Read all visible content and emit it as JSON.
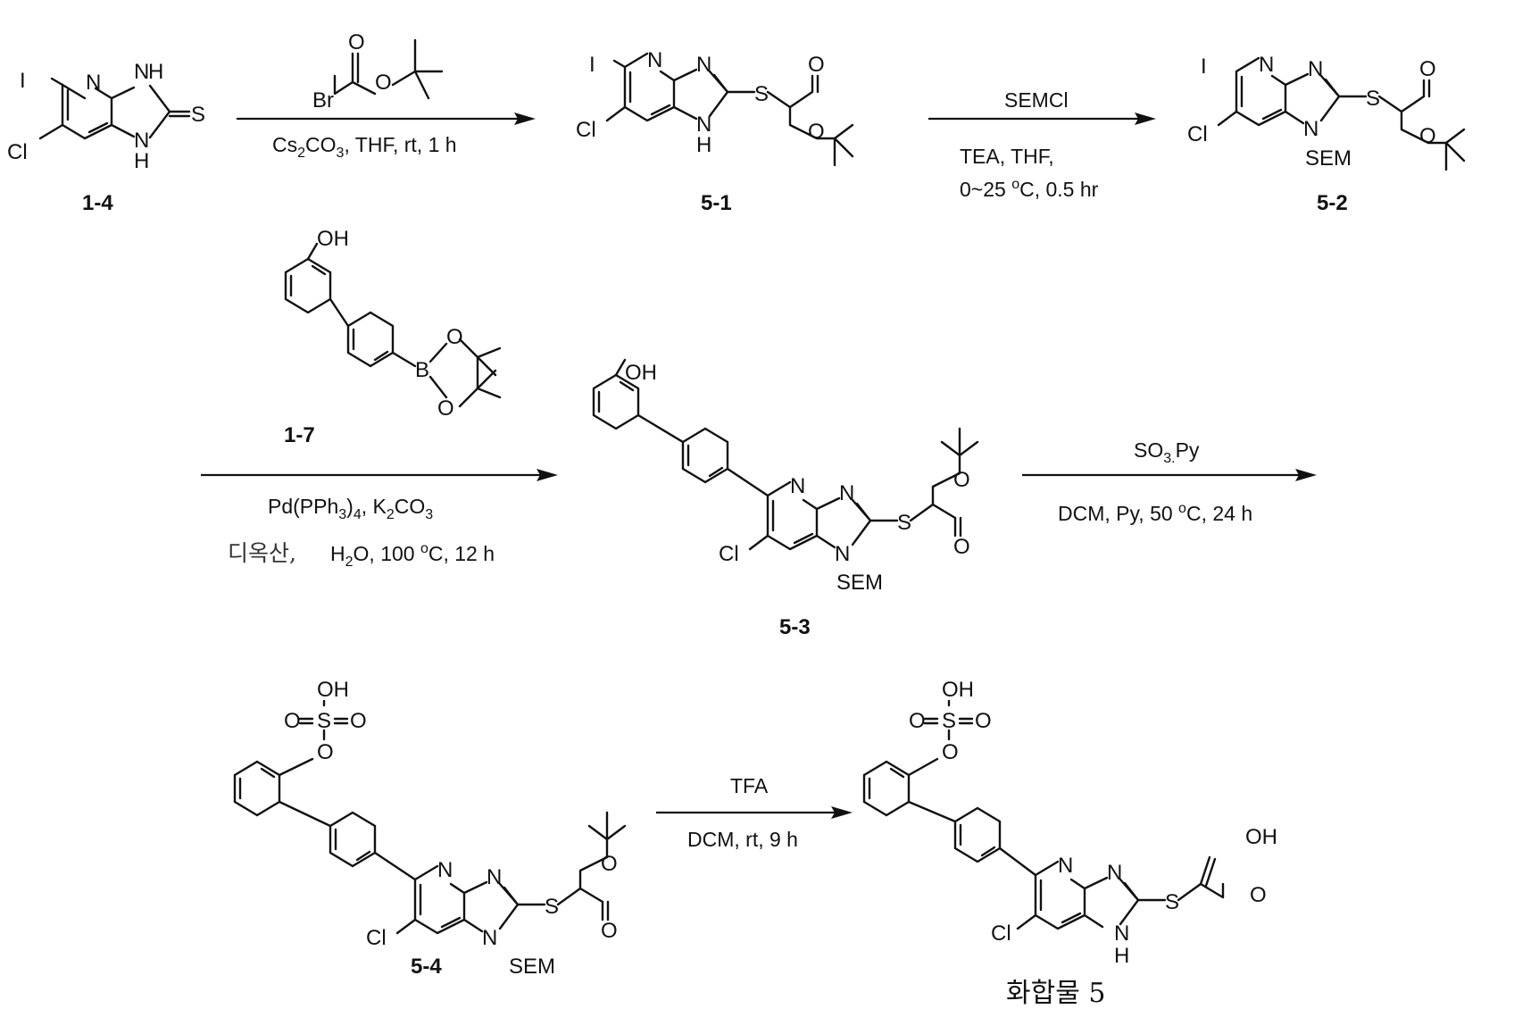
{
  "compounds": {
    "c14": "1-4",
    "c51": "5-1",
    "c52": "5-2",
    "c17": "1-7",
    "c53": "5-3",
    "c54": "5-4",
    "c5": "화합물 5"
  },
  "atoms": {
    "I": "I",
    "Cl": "Cl",
    "N": "N",
    "NH": "NH",
    "H": "H",
    "S": "S",
    "O": "O",
    "Br": "Br",
    "OH": "OH",
    "B": "B",
    "SEM": "SEM"
  },
  "step1": {
    "reagent_line1": "Cs",
    "reagent_full": "Cs2CO3, THF,  rt,  1 h"
  },
  "step2": {
    "above": "SEMCl",
    "below1": "TEA,  THF,",
    "below2_pre": "0~25 ",
    "below2_deg": "o",
    "below2_post": "C, 0.5 hr"
  },
  "step3": {
    "line1_pre": "Pd(PPh",
    "line1_mid": ")",
    "line1_post": ", K",
    "line1_end": "CO",
    "sub3": "3",
    "sub4": "4",
    "sub2": "2",
    "line2_kr": "디옥산,",
    "line2_pre": "H",
    "line2_mid": "O, 100 ",
    "line2_deg": "o",
    "line2_post": "C, 12 h"
  },
  "step4": {
    "above_pre": "SO",
    "above_sub": "3.",
    "above_post": "Py",
    "below_pre": "DCM,  Py,  50 ",
    "below_deg": "o",
    "below_post": "C, 24 h"
  },
  "step5": {
    "above": "TFA",
    "below": "DCM,  rt,  9 h"
  },
  "step1_text": {
    "cs": "Cs",
    "two": "2",
    "co": "CO",
    "three": "3",
    "rest": ", THF,  rt,  1 h"
  }
}
